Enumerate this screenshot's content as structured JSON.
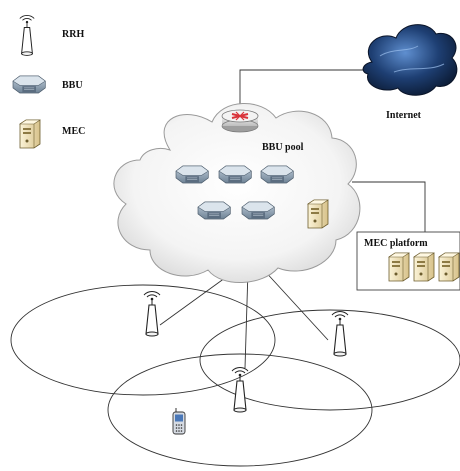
{
  "legend": {
    "items": [
      {
        "label": "RRH",
        "icon": "antenna-icon"
      },
      {
        "label": "BBU",
        "icon": "bbu-server-icon"
      },
      {
        "label": "MEC",
        "icon": "mec-server-icon"
      }
    ]
  },
  "labels": {
    "internet": "Internet",
    "bbu_pool": "BBU pool",
    "mec_platform": "MEC platform"
  },
  "icons": {
    "cloud_internet": "dark-cloud-icon",
    "router": "router-icon",
    "phone": "mobile-phone-icon"
  },
  "colors": {
    "router": "#d9333a",
    "internet_cloud": "#1e3f73",
    "bbu_body": "#8fa3b5",
    "mec_body": "#f2e3b8",
    "line": "#333333"
  }
}
